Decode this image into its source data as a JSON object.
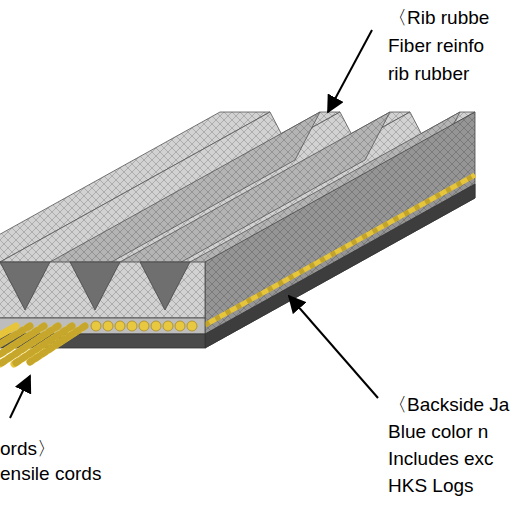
{
  "diagram": {
    "labels": [
      "〈Rib rubbe",
      "Fiber reinfo",
      "rib rubber",
      "ords〉",
      "ensile cords",
      "〈Backside Ja",
      "Blue color n",
      "Includes exc",
      "HKS Logs"
    ]
  }
}
